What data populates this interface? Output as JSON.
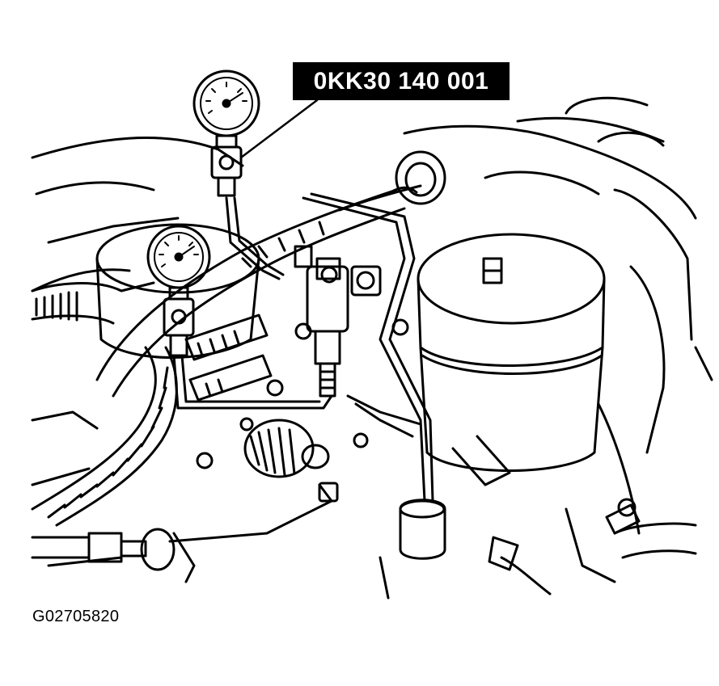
{
  "callout": {
    "tool_number": "0KK30 140 001"
  },
  "figure": {
    "code": "G02705820"
  },
  "colors": {
    "ink": "#000000",
    "paper": "#ffffff"
  },
  "components": [
    "pressure-gauge-upper",
    "pressure-gauge-lower",
    "fuel-filter-canister",
    "banjo-fitting",
    "fuel-lines",
    "hoses",
    "bolts",
    "wiring-harness"
  ]
}
